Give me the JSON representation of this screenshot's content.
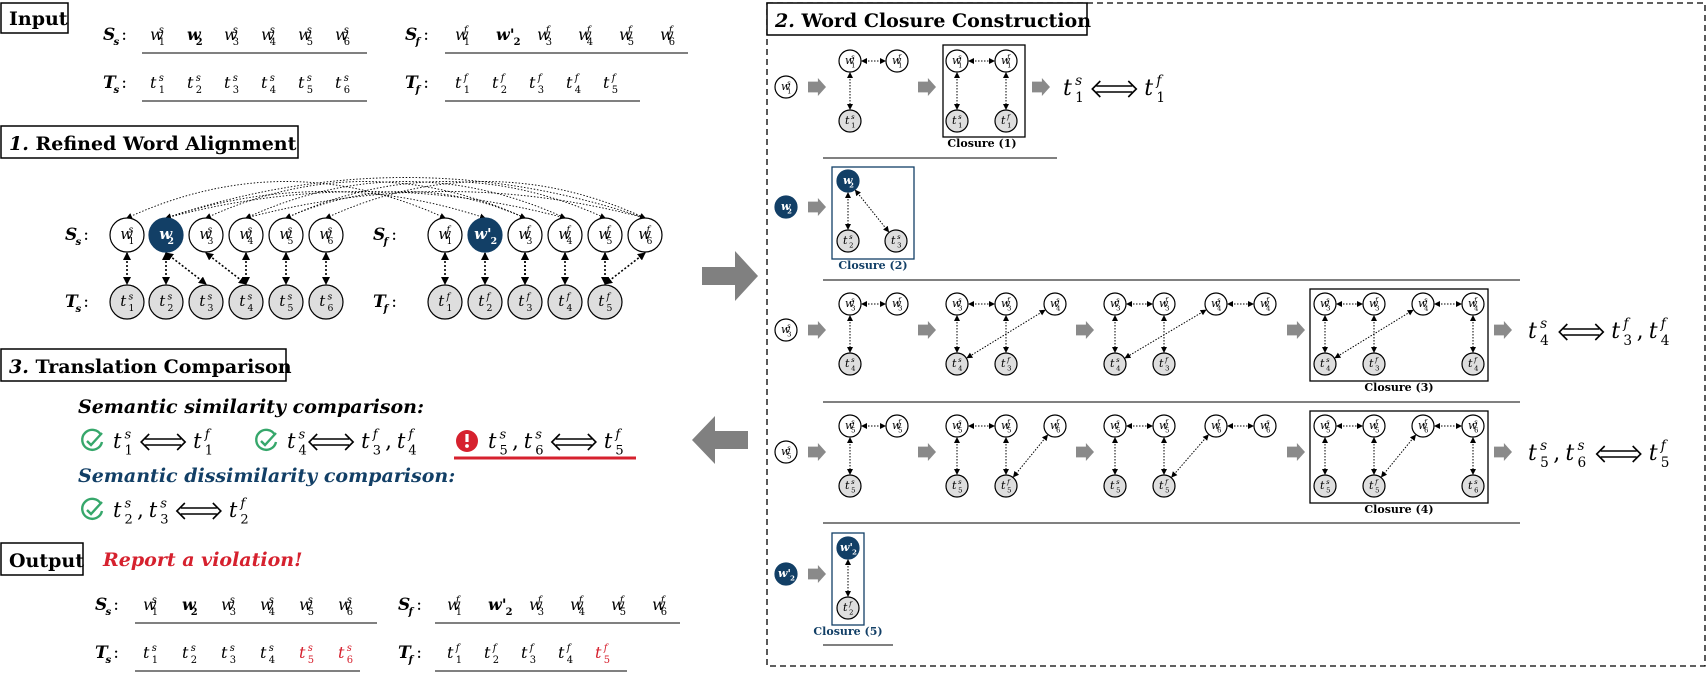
{
  "colors": {
    "navy": "#123f66",
    "red": "#d6212e",
    "green": "#36a76b",
    "grey": "#8a8a8a",
    "node_fill": "#dedede"
  },
  "input": {
    "title": "Input",
    "Ss_label": "S",
    "Ss_sub": "s",
    "Sf_label": "S",
    "Sf_sub": "f",
    "Ts_label": "T",
    "Ts_sub": "s",
    "Tf_label": "T",
    "Tf_sub": "f",
    "Ss_words": [
      [
        "w",
        "1",
        "s"
      ],
      [
        "w",
        "2",
        ""
      ],
      [
        "w",
        "3",
        "s"
      ],
      [
        "w",
        "4",
        "s"
      ],
      [
        "w",
        "5",
        "s"
      ],
      [
        "w",
        "6",
        "s"
      ]
    ],
    "Sf_words": [
      [
        "w",
        "1",
        "f"
      ],
      [
        "w'",
        "2",
        ""
      ],
      [
        "w",
        "3",
        "f"
      ],
      [
        "w",
        "4",
        "f"
      ],
      [
        "w",
        "5",
        "f"
      ],
      [
        "w",
        "6",
        "f"
      ]
    ],
    "Ts_words": [
      [
        "t",
        "1",
        "s"
      ],
      [
        "t",
        "2",
        "s"
      ],
      [
        "t",
        "3",
        "s"
      ],
      [
        "t",
        "4",
        "s"
      ],
      [
        "t",
        "5",
        "s"
      ],
      [
        "t",
        "6",
        "s"
      ]
    ],
    "Tf_words": [
      [
        "t",
        "1",
        "f"
      ],
      [
        "t",
        "2",
        "f"
      ],
      [
        "t",
        "3",
        "f"
      ],
      [
        "t",
        "4",
        "f"
      ],
      [
        "t",
        "5",
        "f"
      ]
    ]
  },
  "alignment": {
    "title": "Refined Word Alignment",
    "number": "1.",
    "Ss_nodes": [
      [
        "w",
        "1",
        "s"
      ],
      [
        "w",
        "2",
        ""
      ],
      [
        "w",
        "3",
        "s"
      ],
      [
        "w",
        "4",
        "s"
      ],
      [
        "w",
        "5",
        "s"
      ],
      [
        "w",
        "6",
        "s"
      ]
    ],
    "Sf_nodes": [
      [
        "w",
        "1",
        "f"
      ],
      [
        "w'",
        "2",
        ""
      ],
      [
        "w",
        "3",
        "f"
      ],
      [
        "w",
        "4",
        "f"
      ],
      [
        "w",
        "5",
        "f"
      ],
      [
        "w",
        "6",
        "f"
      ]
    ],
    "Ts_nodes": [
      [
        "t",
        "1",
        "s"
      ],
      [
        "t",
        "2",
        "s"
      ],
      [
        "t",
        "3",
        "s"
      ],
      [
        "t",
        "4",
        "s"
      ],
      [
        "t",
        "5",
        "s"
      ],
      [
        "t",
        "6",
        "s"
      ]
    ],
    "Tf_nodes": [
      [
        "t",
        "1",
        "f"
      ],
      [
        "t",
        "2",
        "f"
      ],
      [
        "t",
        "3",
        "f"
      ],
      [
        "t",
        "4",
        "f"
      ],
      [
        "t",
        "5",
        "f"
      ]
    ]
  },
  "comparison": {
    "title": "Translation Comparison",
    "number": "3.",
    "similarity_heading": "Semantic similarity comparison:",
    "dissimilarity_heading": "Semantic dissimilarity comparison:",
    "results": [
      {
        "status": "pass",
        "left": [
          [
            "t",
            "1",
            "s"
          ]
        ],
        "right": [
          [
            "t",
            "1",
            "f"
          ]
        ]
      },
      {
        "status": "pass",
        "left": [
          [
            "t",
            "4",
            "s"
          ]
        ],
        "right": [
          [
            "t",
            "3",
            "f"
          ],
          [
            "t",
            "4",
            "f"
          ]
        ]
      },
      {
        "status": "fail",
        "left": [
          [
            "t",
            "5",
            "s"
          ],
          [
            "t",
            "6",
            "s"
          ]
        ],
        "right": [
          [
            "t",
            "5",
            "f"
          ]
        ]
      },
      {
        "status": "pass",
        "left": [
          [
            "t",
            "2",
            "s"
          ],
          [
            "t",
            "3",
            "s"
          ]
        ],
        "right": [
          [
            "t",
            "2",
            "f"
          ]
        ]
      }
    ]
  },
  "output": {
    "title": "Output",
    "violation": "Report a violation!",
    "Ts_highlight": [
      "t5s",
      "t6s"
    ],
    "Tf_highlight": [
      "t5f"
    ]
  },
  "closure": {
    "title": "Word Closure Construction",
    "number": "2.",
    "labels": [
      "Closure (1)",
      "Closure (2)",
      "Closure (3)",
      "Closure (4)",
      "Closure (5)"
    ],
    "results": [
      {
        "left": [
          [
            "t",
            "1",
            "s"
          ]
        ],
        "right": [
          [
            "t",
            "1",
            "f"
          ]
        ]
      },
      {
        "left": [
          [
            "t",
            "4",
            "s"
          ]
        ],
        "right": [
          [
            "t",
            "3",
            "f"
          ],
          [
            "t",
            "4",
            "f"
          ]
        ]
      },
      {
        "left": [
          [
            "t",
            "5",
            "s"
          ],
          [
            "t",
            "6",
            "s"
          ]
        ],
        "right": [
          [
            "t",
            "5",
            "f"
          ]
        ]
      }
    ]
  }
}
